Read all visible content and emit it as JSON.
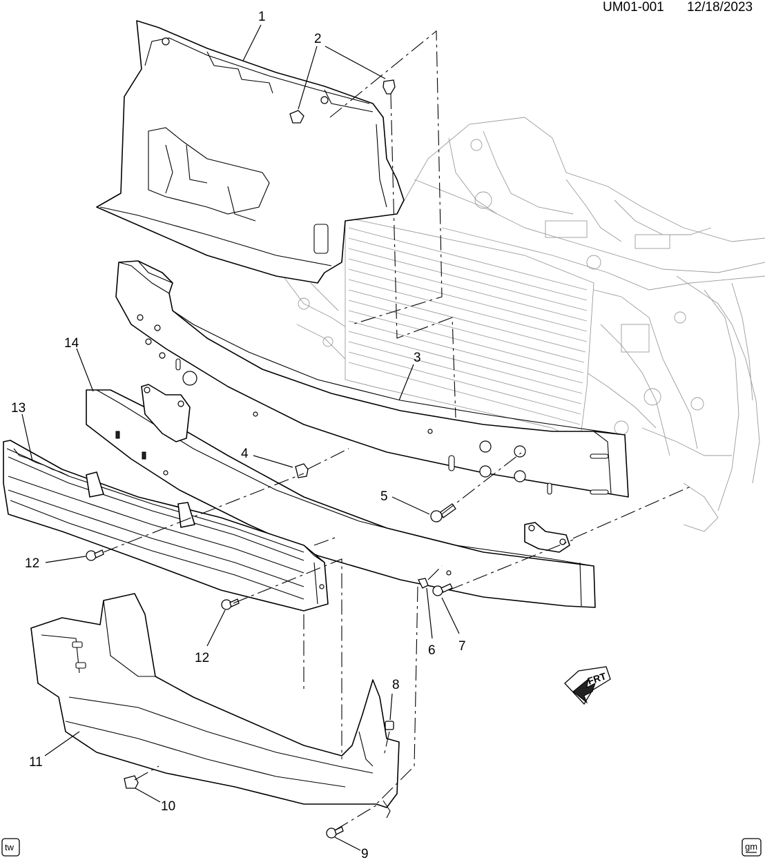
{
  "header": {
    "diagram_id": "UM01-001",
    "date": "12/18/2023"
  },
  "callouts": [
    "1",
    "2",
    "3",
    "4",
    "5",
    "6",
    "7",
    "8",
    "9",
    "10",
    "11",
    "12",
    "12",
    "13",
    "14"
  ],
  "direction_indicator": {
    "label": "FRT"
  },
  "badges": {
    "left": "tw",
    "right": "gm"
  }
}
